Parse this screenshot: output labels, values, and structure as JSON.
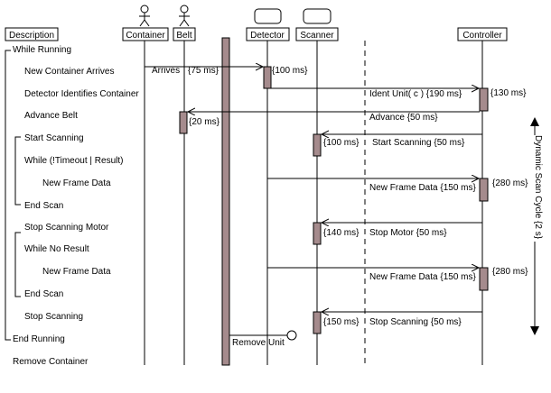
{
  "colors": {
    "line": "#000000",
    "activation_fill": "#a58b8d",
    "background": "#ffffff"
  },
  "headers": {
    "description": "Description",
    "container": "Container",
    "belt": "Belt",
    "detector": "Detector",
    "scanner": "Scanner",
    "controller": "Controller"
  },
  "icons": {
    "container_actor": "stick-figure-icon",
    "belt_actor": "stick-figure-icon",
    "detector_box": "rounded-rect-icon",
    "scanner_box": "rounded-rect-icon"
  },
  "description_steps": [
    "While Running",
    "New Container Arrives",
    "Detector Identifies Container",
    "Advance Belt",
    "Start Scanning",
    "While (!Timeout | Result)",
    "New Frame Data",
    "End Scan",
    "Stop Scanning Motor",
    "While No Result",
    "New Frame Data",
    "End Scan",
    "Stop Scanning",
    "End Running",
    "Remove Container"
  ],
  "messages": {
    "arrives": "Arrives",
    "arrives_time": "{75 ms}",
    "detector_time": "{100 ms}",
    "ident_unit": "Ident Unit( c ) {190 ms}",
    "controller_time_1": "{130 ms}",
    "advance": "Advance {50 ms}",
    "belt_time": "{20 ms}",
    "scanner_time_1": "{100 ms}",
    "start_scanning": "Start Scanning {50 ms}",
    "new_frame_1": "New Frame Data {150 ms}",
    "controller_time_2": "{280 ms}",
    "scanner_time_2": "{140 ms}",
    "stop_motor": "Stop Motor {50 ms}",
    "new_frame_2": "New Frame Data {150 ms}",
    "controller_time_3": "{280 ms}",
    "scanner_time_3": "{150 ms}",
    "stop_scanning": "Stop Scanning {50 ms}",
    "remove_unit": "Remove Unit"
  },
  "constraint_label": "Dynamic Scan Cycle {2 s}"
}
